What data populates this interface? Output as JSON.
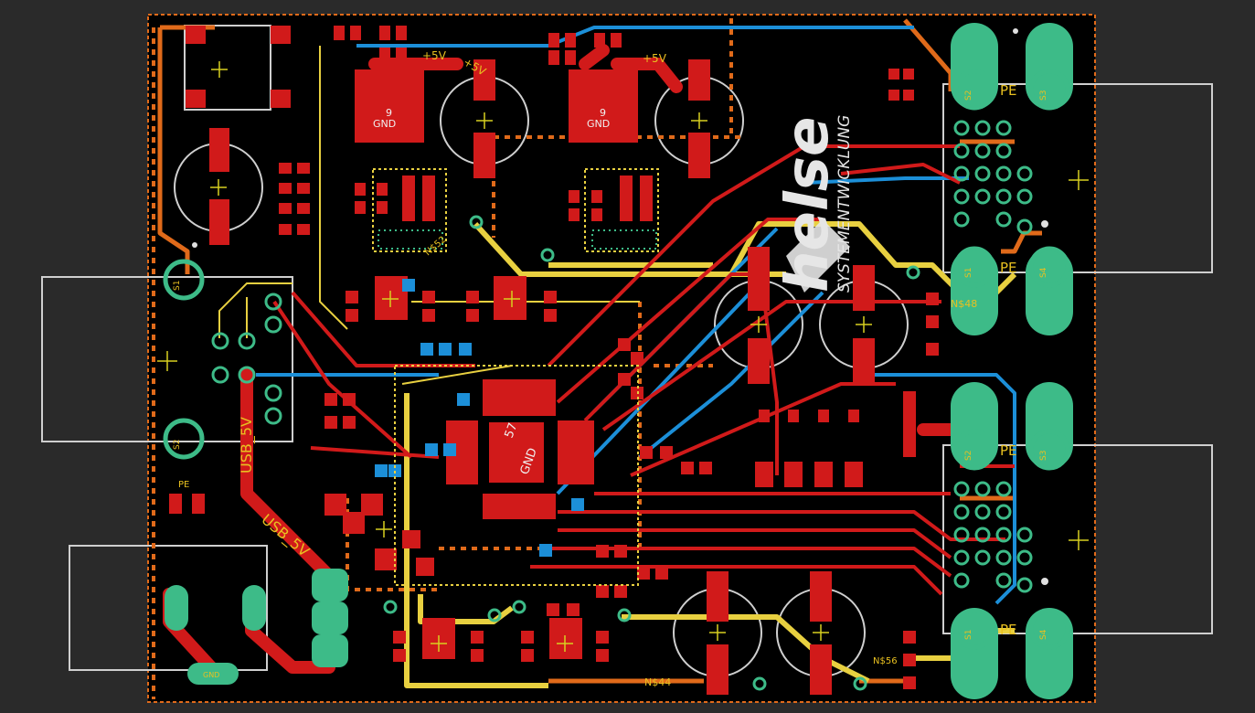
{
  "colors": {
    "background": "#2a2a2a",
    "board": "#000000",
    "outline": "#e06a1a",
    "top_copper": "#d11a1a",
    "bottom_copper": "#1c8fd8",
    "silk": "#d8d8d8",
    "pad": "#3dbb88",
    "yellow": "#e8d040",
    "orange": "#e06a1a"
  },
  "logo": {
    "name": "helse",
    "subtitle": "SYSTEMENTWICKLUNG"
  },
  "labels": {
    "plus5v_a": "+5V",
    "plus5v_b": "+5V",
    "plus5v_c": "+5V",
    "gnd_a": "GND",
    "gnd_b": "GND",
    "gnd_nine_a": "9",
    "gnd_nine_b": "9",
    "mcu_gnd": "GND",
    "mcu_num": "57",
    "usb_5v_a": "USB_5V",
    "usb_5v_b": "USB_5V",
    "pe": "PE",
    "pe_small": "PE",
    "net44": "N$44",
    "net48": "N$48",
    "net52": "N$52",
    "net56": "N$56",
    "s1": "S1",
    "s2": "S2",
    "s3": "S3",
    "s4": "S4",
    "gnd_pad": "GND"
  }
}
